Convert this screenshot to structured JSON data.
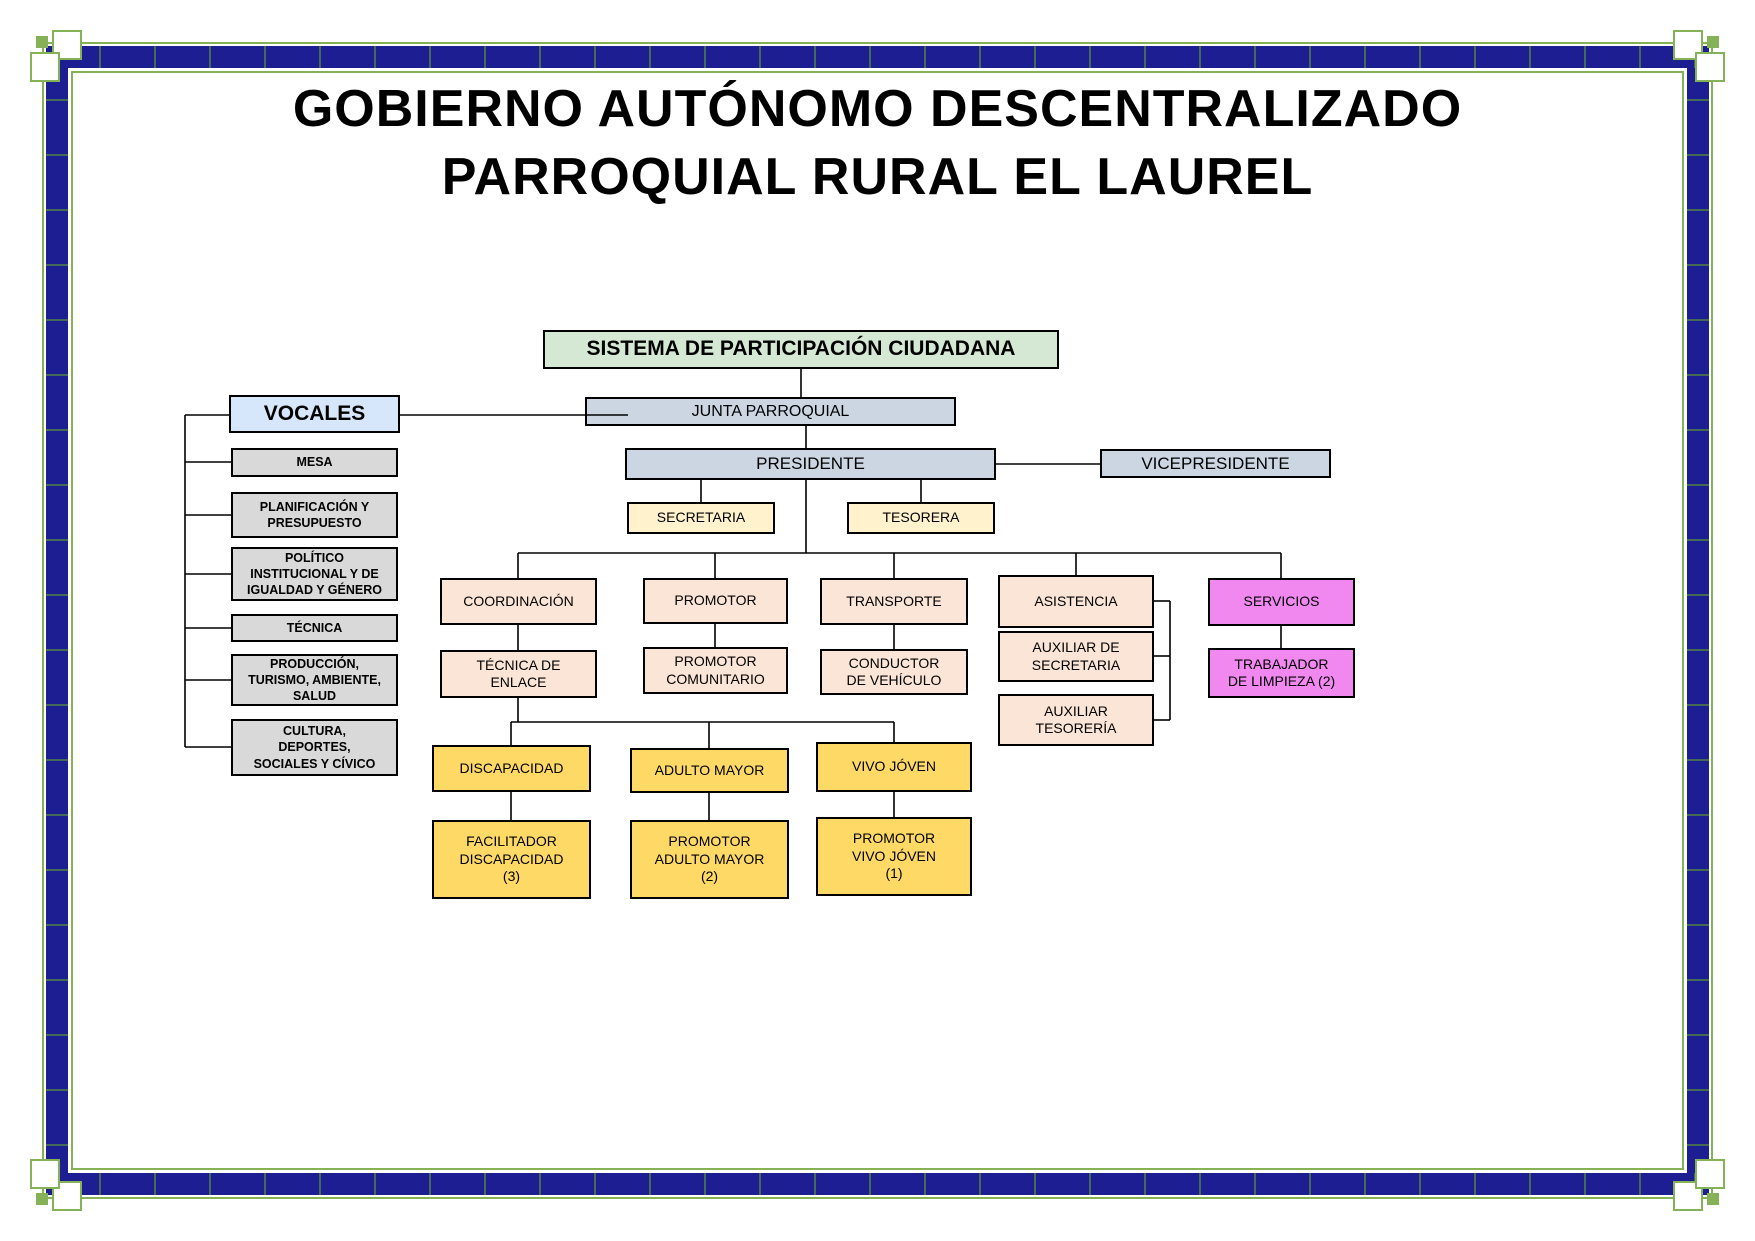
{
  "page": {
    "title_line1": "GOBIERNO AUTÓNOMO DESCENTRALIZADO",
    "title_line2": "PARROQUIAL RURAL EL LAUREL"
  },
  "nodes": {
    "sistema": {
      "label": "SISTEMA DE PARTICIPACIÓN CIUDADANA"
    },
    "junta": {
      "label": "JUNTA PARROQUIAL"
    },
    "vocales": {
      "label": "VOCALES"
    },
    "mesa": {
      "label": "MESA"
    },
    "planificacion": {
      "label": "PLANIFICACIÓN Y\nPRESUPUESTO"
    },
    "politico": {
      "label": "POLÍTICO\nINSTITUCIONAL Y DE\nIGUALDAD Y GÉNERO"
    },
    "tecnica": {
      "label": "TÉCNICA"
    },
    "produccion": {
      "label": "PRODUCCIÓN,\nTURISMO, AMBIENTE,\nSALUD"
    },
    "cultura": {
      "label": "CULTURA,\nDEPORTES,\nSOCIALES Y CÍVICO"
    },
    "presidente": {
      "label": "PRESIDENTE"
    },
    "vicepresidente": {
      "label": "VICEPRESIDENTE"
    },
    "secretaria": {
      "label": "SECRETARIA"
    },
    "tesorera": {
      "label": "TESORERA"
    },
    "coordinacion": {
      "label": "COORDINACIÓN"
    },
    "promotor": {
      "label": "PROMOTOR"
    },
    "transporte": {
      "label": "TRANSPORTE"
    },
    "asistencia": {
      "label": "ASISTENCIA"
    },
    "servicios": {
      "label": "SERVICIOS"
    },
    "tecnica_enlace": {
      "label": "TÉCNICA DE\nENLACE"
    },
    "promotor_comunitario": {
      "label": "PROMOTOR\nCOMUNITARIO"
    },
    "conductor": {
      "label": "CONDUCTOR\nDE VEHÍCULO"
    },
    "aux_secretaria": {
      "label": "AUXILIAR DE\nSECRETARIA"
    },
    "aux_tesoreria": {
      "label": "AUXILIAR\nTESORERÍA"
    },
    "trabajador_limpieza": {
      "label": "TRABAJADOR\nDE LIMPIEZA (2)"
    },
    "discapacidad": {
      "label": "DISCAPACIDAD"
    },
    "adulto_mayor": {
      "label": "ADULTO MAYOR"
    },
    "vivo_joven": {
      "label": "VIVO JÓVEN"
    },
    "facilitador_discapacidad": {
      "label": "FACILITADOR\nDISCAPACIDAD\n(3)"
    },
    "promotor_adulto_mayor": {
      "label": "PROMOTOR\nADULTO MAYOR\n(2)"
    },
    "promotor_vivo_joven": {
      "label": "PROMOTOR\nVIVO JÓVEN\n(1)"
    }
  },
  "colors": {
    "frame_navy": "#1e1e93",
    "frame_green": "#85b157",
    "node_green": "#d5e8d4",
    "node_bluegray": "#ccd6e3",
    "node_lightblue": "#d7e7fb",
    "node_gray": "#d9d9d9",
    "node_cream": "#fff2cc",
    "node_peach": "#fbe5d6",
    "node_magenta": "#f088f0",
    "node_gold": "#ffd966",
    "connector": "#000000"
  }
}
